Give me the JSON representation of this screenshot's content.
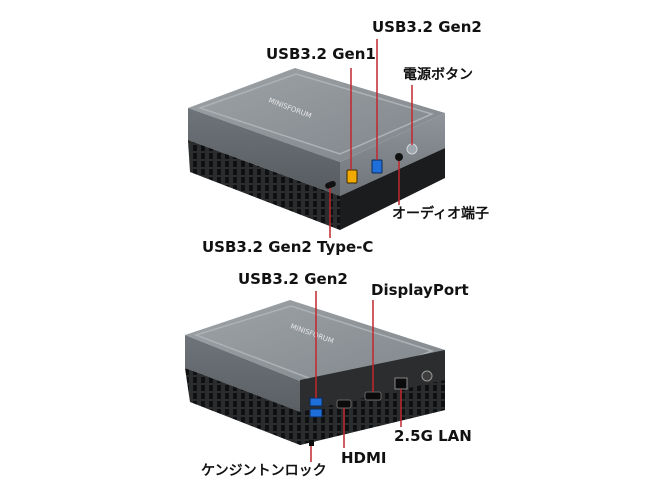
{
  "front_view": {
    "brand": "MINISFORUM",
    "labels": {
      "usb_gen1": "USB3.2 Gen1",
      "usb_gen2": "USB3.2 Gen2",
      "power_button": "電源ボタン",
      "audio": "オーディオ端子",
      "usb_typec": "USB3.2 Gen2 Type-C"
    }
  },
  "rear_view": {
    "brand": "MINISFORUM",
    "labels": {
      "usb_gen2": "USB3.2 Gen2",
      "displayport": "DisplayPort",
      "lan": "2.5G LAN",
      "hdmi": "HDMI",
      "kensington": "ケンジントンロック"
    }
  },
  "colors": {
    "leader_line": "#c1272d",
    "usb_gen1_port": "#f2a900",
    "usb_gen2_port": "#1e6fd9",
    "chassis": "#8b9196"
  }
}
